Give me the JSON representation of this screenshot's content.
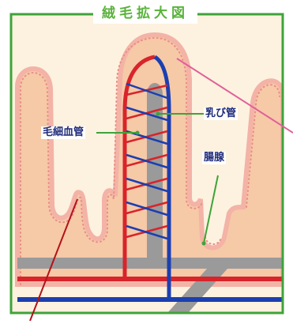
{
  "figure": {
    "title": "絨毛拡大図",
    "labels": {
      "capillary": "毛細血管",
      "lacteal": "乳び管",
      "intestinal_gland": "腸腺"
    }
  },
  "colors": {
    "frame": "#3fa33a",
    "background": "#fdf2df",
    "tissue": "#f6c9a7",
    "epithelium": "#f3b3a6",
    "artery": "#d8242a",
    "vein": "#1c3fb0",
    "lymph": "#9a9a9a",
    "label_text": "#1f2b7a",
    "leader_green": "#3fa33a",
    "pointer_pink": "#e0609a",
    "pointer_red": "#b3121a"
  }
}
